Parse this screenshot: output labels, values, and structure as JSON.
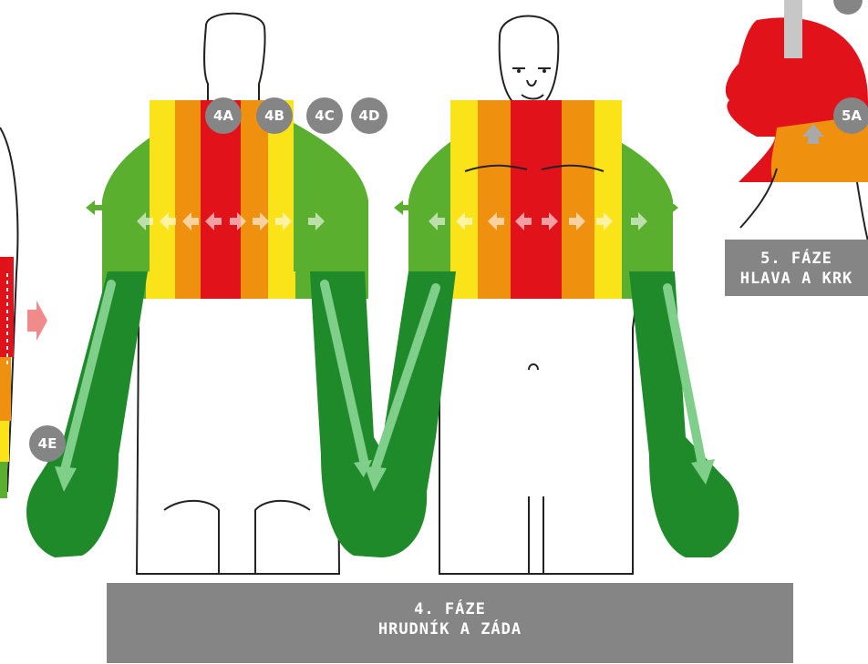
{
  "badges": {
    "b4a": "4A",
    "b4b": "4B",
    "b4c": "4C",
    "b4d": "4D",
    "b4e": "4E",
    "b5a": "5A"
  },
  "captions": {
    "phase4": {
      "line1": "4. FÁZE",
      "line2": "HRUDNÍK A ZÁDA"
    },
    "phase5": {
      "line1": "5. FÁZE",
      "line2": "HLAVA A KRK"
    }
  },
  "colors": {
    "red": "#e2121b",
    "orange": "#f0900f",
    "yellow": "#fbe31a",
    "light_green": "#5aaf2f",
    "dark_green": "#1f8a2a",
    "badge": "#858585",
    "caption_bg": "#858585"
  }
}
